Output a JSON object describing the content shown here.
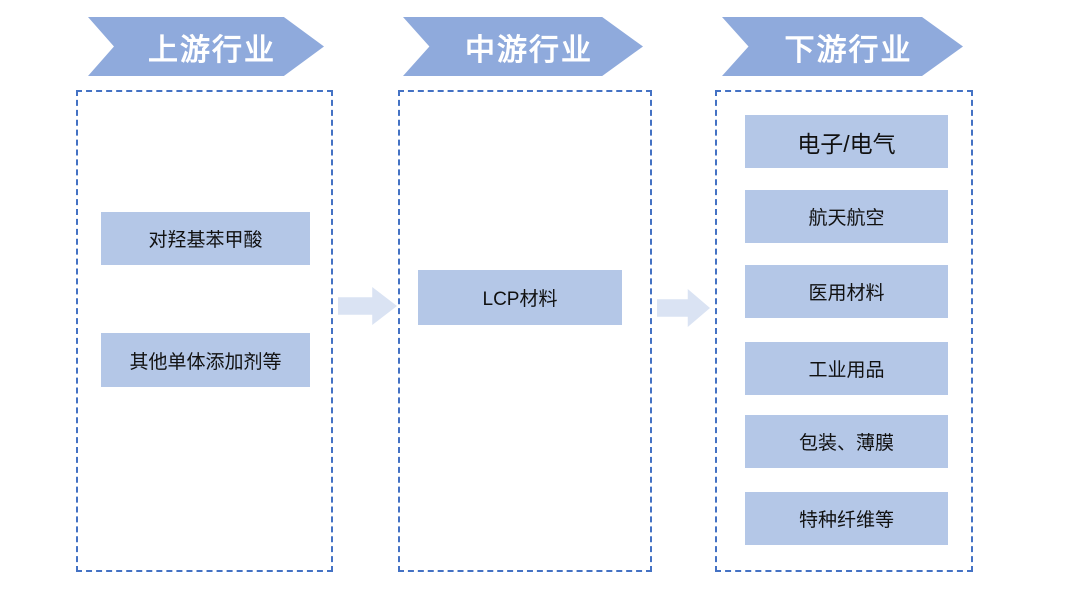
{
  "colors": {
    "header_fill": "#8FAADC",
    "header_text": "#FFFFFF",
    "box_fill": "#B4C7E7",
    "box_text": "#111111",
    "arrow_fill": "#DAE3F3",
    "dashed_border": "#4472C4"
  },
  "columns": [
    {
      "header": "上游行业",
      "boxes": [
        {
          "label": "对羟基苯甲酸"
        },
        {
          "label": "其他单体添加剂等"
        }
      ]
    },
    {
      "header": "中游行业",
      "boxes": [
        {
          "label": "LCP材料"
        }
      ]
    },
    {
      "header": "下游行业",
      "boxes": [
        {
          "label": "电子/电气"
        },
        {
          "label": "航天航空"
        },
        {
          "label": "医用材料"
        },
        {
          "label": "工业用品"
        },
        {
          "label": "包装、薄膜"
        },
        {
          "label": "特种纤维等"
        }
      ]
    }
  ]
}
